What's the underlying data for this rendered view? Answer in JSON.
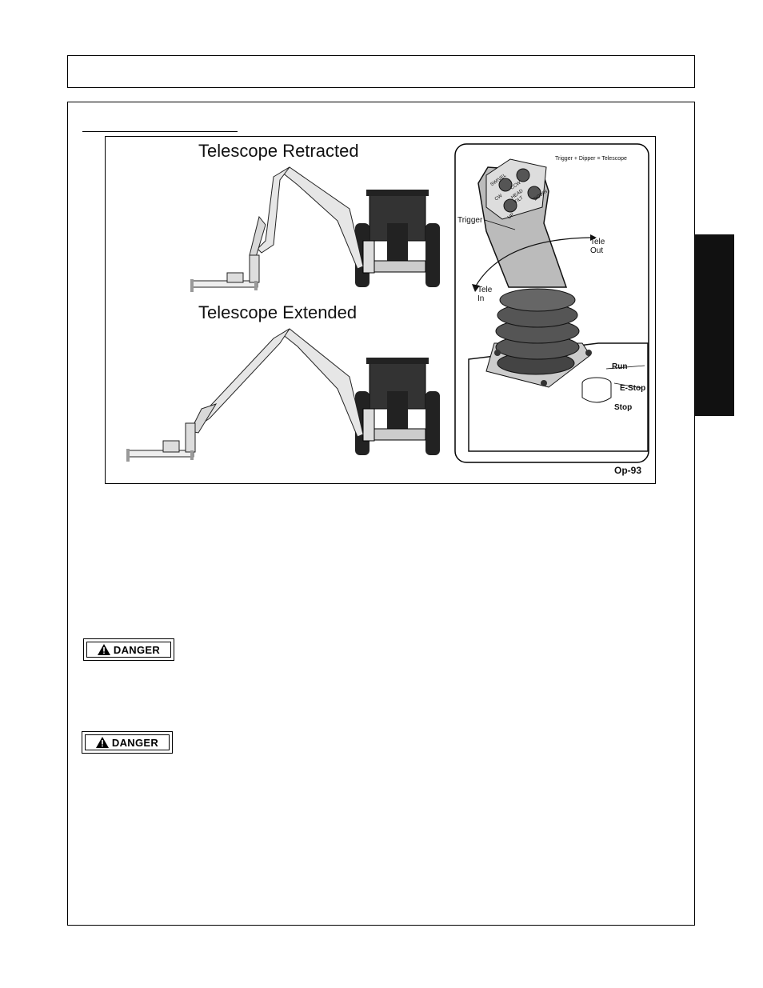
{
  "figure": {
    "title_retracted": "Telescope Retracted",
    "title_extended": "Telescope Extended",
    "joystick": {
      "legend": "Trigger + Dipper = Telescope",
      "trigger_label": "Trigger",
      "tele_out": [
        "Tele",
        "Out"
      ],
      "tele_in": [
        "Tele",
        "In"
      ],
      "run_label": "Run",
      "estop_label": "E-Stop",
      "stop_label": "Stop",
      "button_labels": [
        "SWIVEL",
        "CW",
        "CCW",
        "HEAD",
        "TILT",
        "UP",
        "DOWN"
      ]
    },
    "figure_id": "Op-93"
  },
  "warnings": [
    {
      "label": "DANGER"
    },
    {
      "label": "DANGER"
    }
  ]
}
